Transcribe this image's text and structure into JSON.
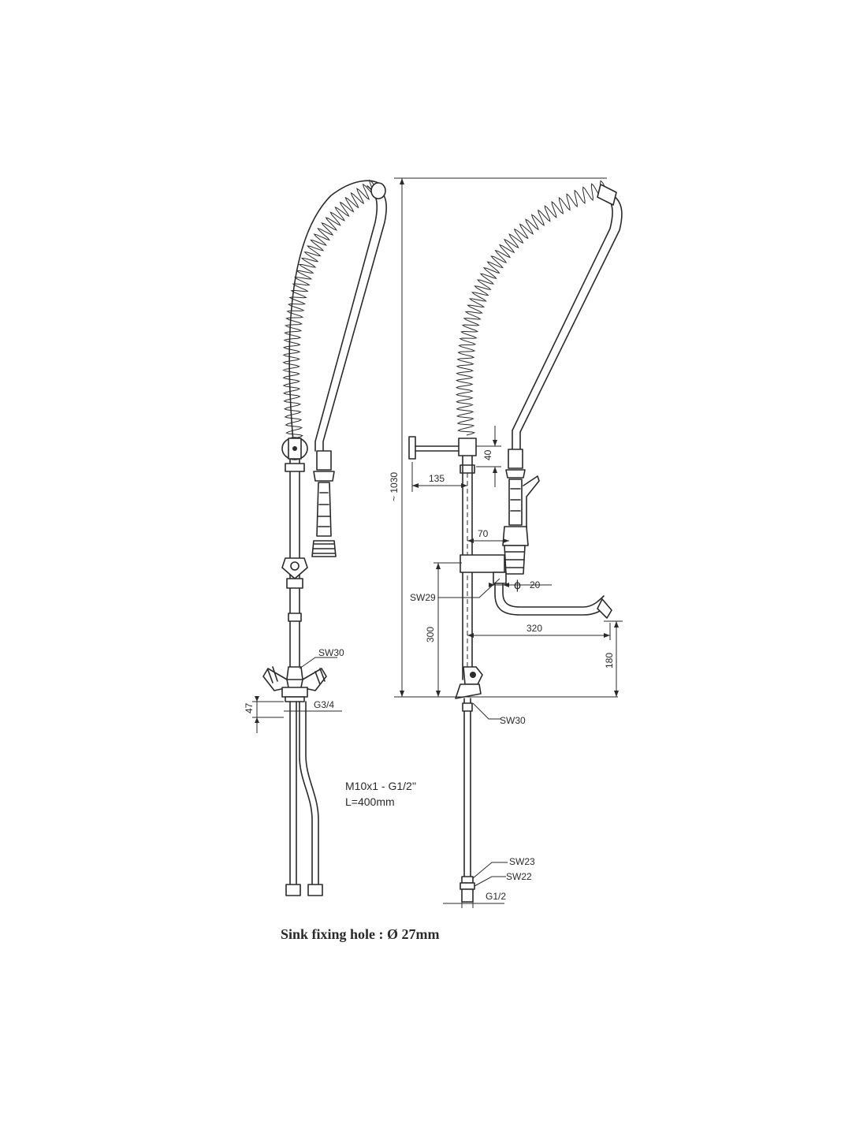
{
  "labels": {
    "sw30_left": "SW30",
    "g34": "G3/4",
    "dim_47": "47",
    "hose_spec_line1": "M10x1 - G1/2''",
    "hose_spec_line2": "L=400mm",
    "dim_1030": "~ 1030",
    "dim_135": "135",
    "dim_40": "40",
    "dim_70": "70",
    "sw29": "SW29",
    "dim_phi": "ϕ",
    "dim_20": "20",
    "dim_320": "320",
    "dim_300": "300",
    "dim_180": "180",
    "sw30_right": "SW30",
    "sw23": "SW23",
    "sw22": "SW22",
    "g12": "G1/2"
  },
  "caption": "Sink fixing hole : Ø 27mm"
}
